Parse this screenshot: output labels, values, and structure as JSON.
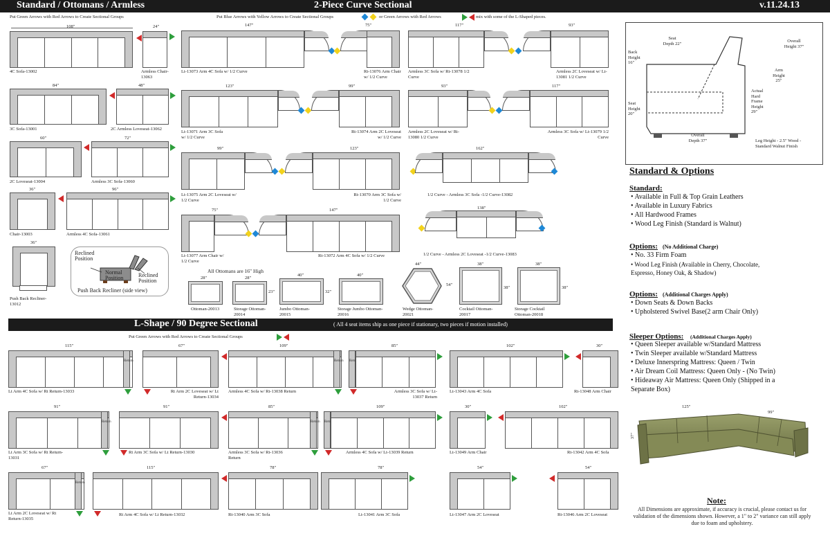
{
  "headers": {
    "left": "Standard / Ottomans / Armless",
    "center": "2-Piece Curve Sectional",
    "version": "v.11.24.13",
    "lshape": "L-Shape / 90 Degree Sectional",
    "lshape_note": "( All 4 seat items ship as one piece if stationary, two pieces if motion installed)"
  },
  "instructions": {
    "green_red": "Put Green Arrows with Red Arrows to Create Sectional Groups",
    "blue_yellow": "Put Blue Arrows with Yellow Arrows to Create Sectional Groups",
    "or_text": "or Green Arrows with Red Arrows",
    "mix_text": "mix with some of the L-Shaped pieces.",
    "lshape_green_red": "Put Green Arrows with Red Arrows to Create Sectional Groups"
  },
  "standard_items": [
    {
      "dim": "108\"",
      "label": "4C Sofa-13002"
    },
    {
      "dim": "24\"",
      "label": "Armless Chair-13063"
    },
    {
      "dim": "84\"",
      "label": "3C Sofa-13001"
    },
    {
      "dim": "48\"",
      "label": "2C Armless Loveseat-13062"
    },
    {
      "dim": "60\"",
      "label": "2C Loveseat-13004"
    },
    {
      "dim": "72\"",
      "label": "Armless 3C Sofa-13060"
    },
    {
      "dim": "36\"",
      "label": "Chair-13003"
    },
    {
      "dim": "96\"",
      "label": "Armless 4C Sofa-13061"
    },
    {
      "dim": "36\"",
      "label": "Push Back Recliner-13012"
    }
  ],
  "recliner": {
    "reclined1": "Reclined Position",
    "normal": "Normal Position",
    "reclined2": "Reclined Position",
    "caption": "Push Back Recliner (side view)"
  },
  "curve_items": [
    {
      "dim": "147\"",
      "label": "Lt-13073 Arm 4C Sofa w/ 1/2 Curve"
    },
    {
      "dim": "75\"",
      "label": "Rt-13076 Arm Chair w/ 1/2 Curve"
    },
    {
      "dim": "117\"",
      "label": "Armless 3C Sofa w/ Rt-13078 1/2 Curve"
    },
    {
      "dim": "93\"",
      "label": "Armless 2C Loveseat w/ Lt-13081 1/2 Curve"
    },
    {
      "dim": "123\"",
      "label": "Lt-13071 Arm 3C Sofa w/ 1/2 Curve"
    },
    {
      "dim": "99\"",
      "label": "Rt-13074 Arm 2C Loveseat w/ 1/2 Curve"
    },
    {
      "dim": "93\"",
      "label": "Armless 2C Loveseat w/ Rt-13080 1/2 Curve"
    },
    {
      "dim": "117\"",
      "label": "Armless 3C Sofa w/ Lt-13079 1/2 Curve"
    },
    {
      "dim": "99\"",
      "label": "Lt-13075 Arm 2C Loveseat w/ 1/2 Curve"
    },
    {
      "dim": "123\"",
      "label": "Rt-13070 Arm 3C Sofa w/ 1/2 Curve"
    },
    {
      "dim": "162\"",
      "label": "1/2 Curve - Armless 3C Sofa -1/2 Curve-13082"
    },
    {
      "dim": "75\"",
      "label": "Lt-13077 Arm Chair w/ 1/2 Curve"
    },
    {
      "dim": "147\"",
      "label": "Rt-13072 Arm 4C Sofa w/ 1/2 Curve"
    },
    {
      "dim": "138\"",
      "label": "1/2 Curve - Armless 2C Loveseat -1/2 Curve-13083"
    }
  ],
  "ottomans": {
    "note": "All Ottomans are 16\" High",
    "items": [
      {
        "dim": "28\"",
        "side": "",
        "label": "Ottoman-20013"
      },
      {
        "dim": "28\"",
        "side": "23\"",
        "label": "Storage Ottoman-20014"
      },
      {
        "dim": "40\"",
        "side": "",
        "label": "Jumbo Ottoman-20015"
      },
      {
        "dim": "40\"",
        "side": "32\"",
        "label": "Storage Jumbo Ottoman-20016"
      },
      {
        "dim": "44\"",
        "side": "54\"",
        "label": "Wedge Ottoman-20021"
      },
      {
        "dim": "38\"",
        "side": "38\"",
        "label": "Cocktail Ottoman-20017"
      },
      {
        "dim": "38\"",
        "side": "38\"",
        "label": "Storage Cocktail Ottoman-20018"
      }
    ]
  },
  "profile": {
    "seat_depth": "Seat Depth 22\"",
    "overall_height": "Overall Height 37\"",
    "back_height": "Back Height 16\"",
    "arm_height": "Arm Height 25\"",
    "actual_frame": "Actual Hard Frame Height 29\"",
    "seat_height": "Seat Height 20\"",
    "overall_depth": "Overall Depth 37\"",
    "leg": "Leg Height - 2.5\" Wood - Standard Walnut Finish"
  },
  "options": {
    "title": "Standard & Options",
    "standard_h": "Standard:",
    "standard": [
      "• Available in Full & Top Grain Leathers",
      "• Available in Luxury Fabrics",
      "• All Hardwood Frames",
      "• Wood Leg Finish (Standard is Walnut)"
    ],
    "opt1_h": "Options:",
    "opt1_sub": "(No Additional Charge)",
    "opt1": [
      "• No. 33 Firm Foam",
      "• Wood Leg Finish (Available in Cherry, Chocolate,",
      "  Espresso, Honey Oak, & Shadow)"
    ],
    "opt2_h": "Options:",
    "opt2_sub": "(Additional Charges Apply)",
    "opt2": [
      "• Down Seats & Down Backs",
      "• Upholstered Swivel Base(2 arm Chair Only)"
    ],
    "sleeper_h": "Sleeper Options:",
    "sleeper_sub": "(Additional Charges Apply)",
    "sleeper": [
      "• Queen Sleeper available w/Standard Mattress",
      "• Twin Sleeper available w/Standard Mattress",
      "• Deluxe Innerspring Mattress: Queen / Twin",
      "• Air Dream Coil Mattress: Queen Only - (No Twin)",
      "• Hideaway Air Mattress: Queen Only (Shipped in a",
      "  Separate Box)"
    ]
  },
  "photo_dims": {
    "w": "125\"",
    "d": "99\"",
    "h": "37\""
  },
  "note": {
    "title": "Note:",
    "text": "All Dimensions are approximate, if accuracy is crucial, please contact us for validation of the dimensions shown. However, a 1\" to 2\" variance can still apply due to foam and upholstery."
  },
  "lshape_items": [
    {
      "dim": "115\"",
      "label": "Lt Arm 4C Sofa w/ Rt Return-13033"
    },
    {
      "dim": "67\"",
      "label": "Rt Arm 2C Loveseat w/ Lt Return-13034"
    },
    {
      "dim": "109\"",
      "label": "Armless 4C Sofa w/ Rt-13038 Return"
    },
    {
      "dim": "85\"",
      "label": "Armless 3C Sofa w/ Lt-13037 Return"
    },
    {
      "dim": "102\"",
      "label": "Lt-13043 Arm 4C Sofa"
    },
    {
      "dim": "30\"",
      "label": "Rt-13048 Arm Chair"
    },
    {
      "dim": "91\"",
      "label": "Lt Arm 3C Sofa w/ Rt Return-13031"
    },
    {
      "dim": "91\"",
      "label": "Rt Arm 3C Sofa w/ Lt Return-13030"
    },
    {
      "dim": "85\"",
      "label": "Armless 3C Sofa w/ Rt-13036 Return"
    },
    {
      "dim": "109\"",
      "label": "Armless 4C Sofa w/ Lt-13039 Return"
    },
    {
      "dim": "30\"",
      "label": "Lt-13049 Arm Chair"
    },
    {
      "dim": "102\"",
      "label": "Rt-13042 Arm 4C Sofa"
    },
    {
      "dim": "67\"",
      "label": "Lt Arm 2C Loveseat w/ Rt Return-13035"
    },
    {
      "dim": "115\"",
      "label": "Rt Arm 4C Sofa w/ Lt Return-13032"
    },
    {
      "dim": "78\"",
      "label": "Rt-13040 Arm 3C Sofa"
    },
    {
      "dim": "78\"",
      "label": "Lt-13041 Arm 3C Sofa"
    },
    {
      "dim": "54\"",
      "label": "Lt-13047 Arm 2C Loveseat"
    },
    {
      "dim": "54\"",
      "label": "Rt-13046 Arm 2C Loveseat"
    }
  ],
  "return_text": "Return",
  "colors": {
    "green": "#2e9e3c",
    "red": "#d12a2a",
    "blue": "#1e88d6",
    "yellow": "#f2d21c"
  }
}
